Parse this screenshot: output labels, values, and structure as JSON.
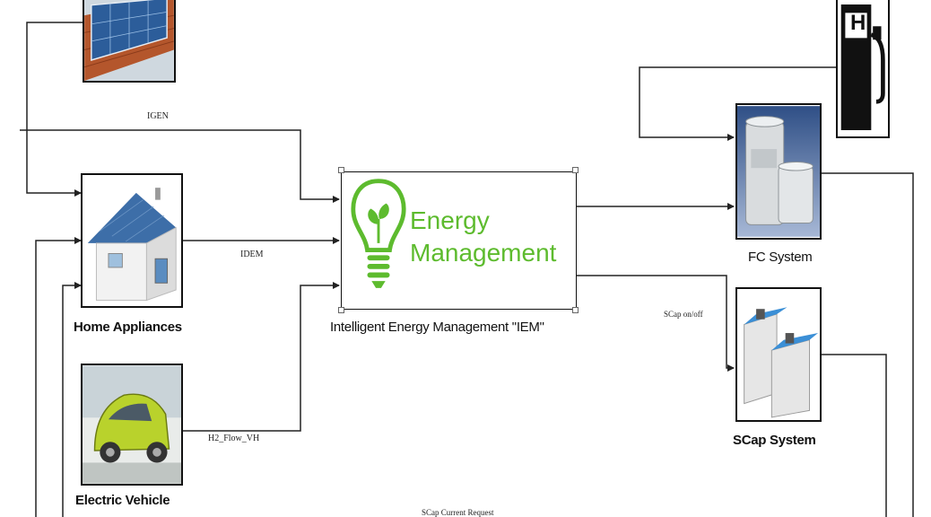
{
  "blocks": {
    "solar_panel": {
      "icon": "solar-panel-icon"
    },
    "home_appliances": {
      "label": "Home Appliances",
      "icon": "house-icon"
    },
    "electric_vehicle": {
      "label": "Electric Vehicle",
      "icon": "electric-car-icon"
    },
    "energy_management": {
      "label": "Intelligent Energy Management \"IEM\"",
      "logo_line1": "Energy",
      "logo_line2": "Management",
      "icon": "lightbulb-leaf-icon"
    },
    "fc_system": {
      "label": "FC System",
      "icon": "fuel-cell-icon"
    },
    "scap_system": {
      "label": "SCap System",
      "icon": "supercapacitor-icon"
    },
    "hydrogen_station": {
      "icon": "hydrogen-pump-icon",
      "symbol": "H"
    }
  },
  "signals": {
    "igen": "IGEN",
    "idem": "IDEM",
    "h2_flow": "H2_Flow_VH",
    "scap_onoff": "SCap on/off",
    "scap_current": "SCap Current Request"
  },
  "colors": {
    "logo_green": "#5dbb2e",
    "wire": "#222222",
    "roof_blue": "#3d6ea8",
    "car_green": "#b9d22c",
    "scap_blue": "#3b8fd6"
  }
}
